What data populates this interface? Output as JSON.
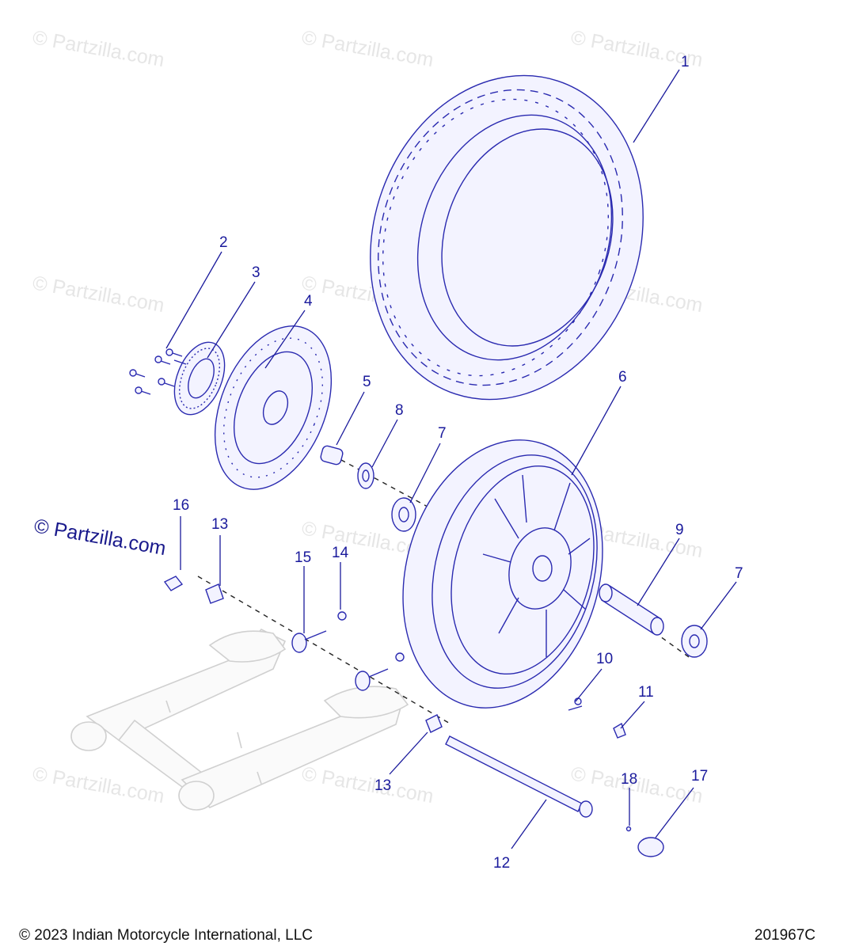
{
  "watermark": {
    "text": "© Partzilla.com",
    "prominent_text": "© Partzilla.com"
  },
  "parts": [
    {
      "ref": "1",
      "part": "tire"
    },
    {
      "ref": "2",
      "part": "bolt"
    },
    {
      "ref": "3",
      "part": "tone ring"
    },
    {
      "ref": "4",
      "part": "brake disc"
    },
    {
      "ref": "5",
      "part": "spacer"
    },
    {
      "ref": "6",
      "part": "wheel"
    },
    {
      "ref": "7",
      "part": "bearing"
    },
    {
      "ref": "8",
      "part": "seal"
    },
    {
      "ref": "9",
      "part": "spacer sleeve"
    },
    {
      "ref": "10",
      "part": "screw"
    },
    {
      "ref": "11",
      "part": "clip"
    },
    {
      "ref": "12",
      "part": "axle"
    },
    {
      "ref": "13",
      "part": "adjuster plate"
    },
    {
      "ref": "14",
      "part": "nut"
    },
    {
      "ref": "15",
      "part": "adjuster bolt"
    },
    {
      "ref": "16",
      "part": "axle nut"
    },
    {
      "ref": "17",
      "part": "cap"
    },
    {
      "ref": "18",
      "part": "pin"
    }
  ],
  "callouts": {
    "c1": "1",
    "c2": "2",
    "c3": "3",
    "c4": "4",
    "c5": "5",
    "c6": "6",
    "c7a": "7",
    "c7b": "7",
    "c8": "8",
    "c9": "9",
    "c10": "10",
    "c11": "11",
    "c12": "12",
    "c13a": "13",
    "c13b": "13",
    "c14": "14",
    "c15": "15",
    "c16": "16",
    "c17": "17",
    "c18": "18"
  },
  "footer": {
    "copyright": "© 2023 Indian Motorcycle International, LLC",
    "diagram_id": "201967C"
  }
}
